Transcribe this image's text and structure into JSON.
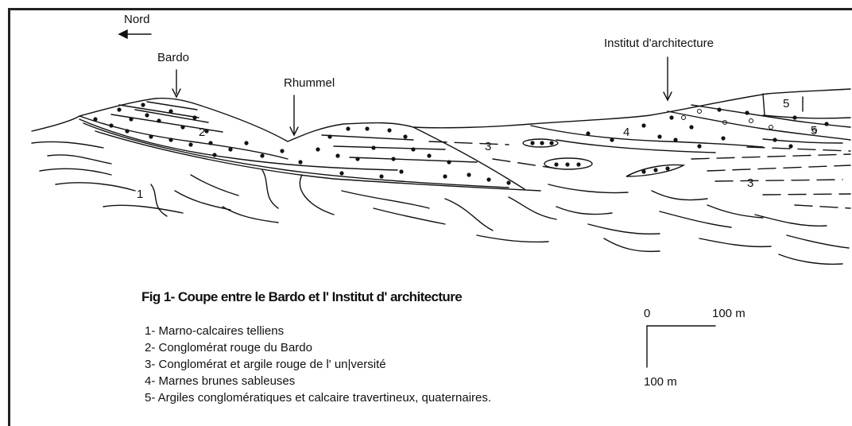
{
  "north_label": "Nord",
  "labels": {
    "bardo": "Bardo",
    "rhummel": "Rhummel",
    "institut": "Institut d'architecture"
  },
  "unit_numbers": {
    "u1": "1",
    "u2": "2",
    "u3a": "3",
    "u3b": "3",
    "u4": "4",
    "u5a": "5",
    "u5b": "5"
  },
  "figure_title": "Fig 1- Coupe entre le Bardo et l' Institut d' architecture",
  "legend": [
    "1- Marno-calcaires telliens",
    "2- Conglomérat rouge du Bardo",
    "3- Conglomérat et argile rouge de l' un|versité",
    "4- Marnes brunes sableuses",
    "5- Argiles conglomératiques et calcaire travertineux, quaternaires."
  ],
  "scale": {
    "zero": "0",
    "horizontal": "100 m",
    "vertical": "100 m"
  }
}
